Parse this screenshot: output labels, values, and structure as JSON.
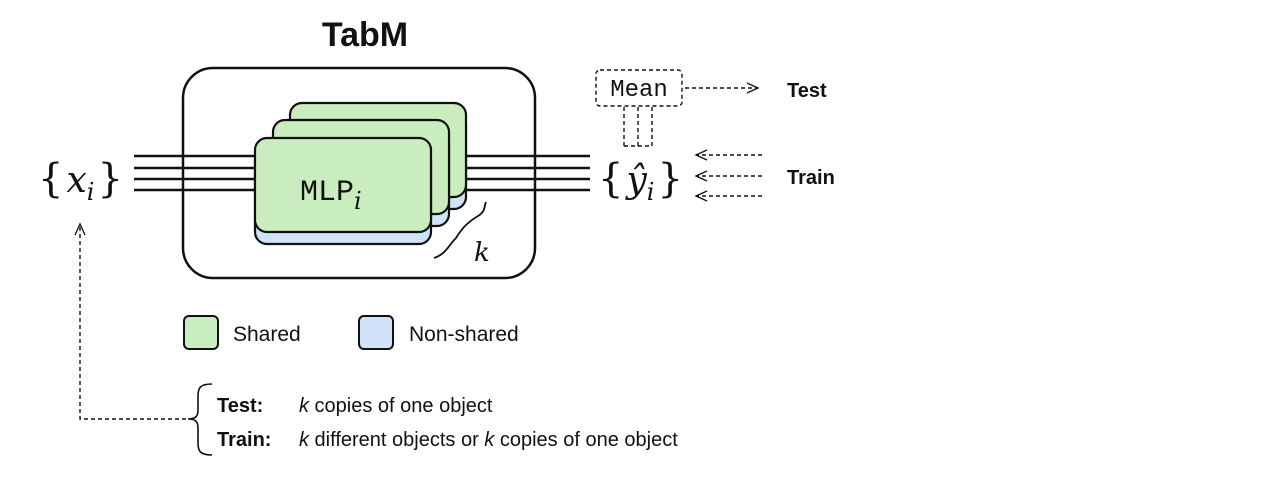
{
  "title": "TabM",
  "input_label": {
    "brace_open": "{",
    "var": "x",
    "sub": "i",
    "brace_close": "}"
  },
  "output_label": {
    "brace_open": "{",
    "var": "ŷ",
    "sub": "i",
    "brace_close": "}"
  },
  "mlp_label": {
    "main": "MLP",
    "sub": "i"
  },
  "k_label": "k",
  "mean_label": "Mean",
  "test_label": "Test",
  "train_label": "Train",
  "legend": {
    "shared": "Shared",
    "non_shared": "Non-shared"
  },
  "notes": {
    "test_heading": "Test:",
    "test_k": "k",
    "test_text": " copies of one object",
    "train_heading": "Train:",
    "train_k1": "k",
    "train_text1": " different objects or ",
    "train_k2": "k",
    "train_text2": " copies of one object"
  },
  "colors": {
    "shared": "#c9edbe",
    "non_shared": "#cfe2f7",
    "stroke": "#111111"
  }
}
